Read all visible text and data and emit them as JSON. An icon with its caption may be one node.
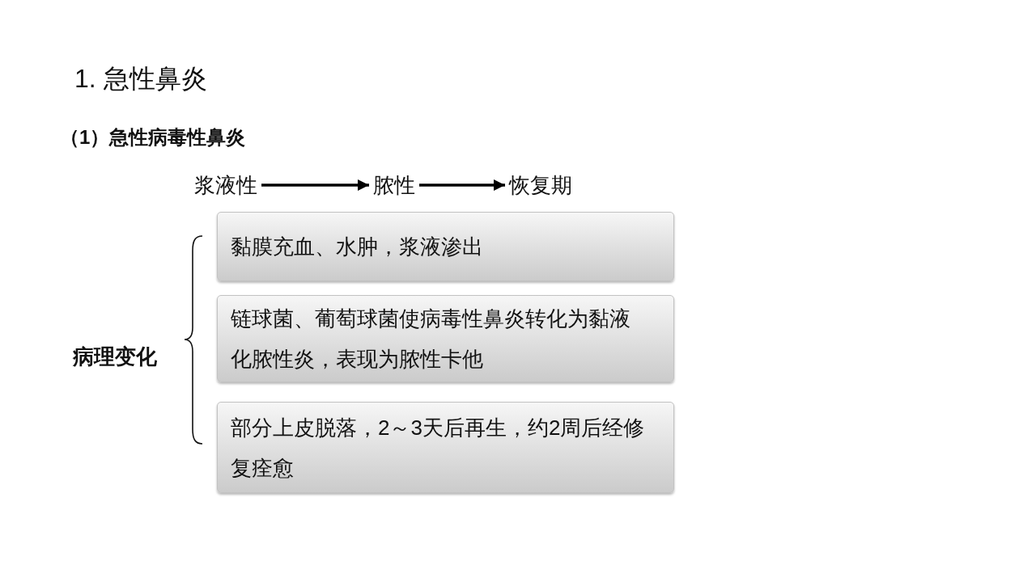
{
  "diagram": {
    "title": "1. 急性鼻炎",
    "nodes": [
      {
        "text": [
          "浆液性"
        ]
      },
      {
        "text": [
          "脓性"
        ]
      },
      {
        "text": [
          "恢复期"
        ]
      },
      {
        "text": [
          "黏膜充血、水肿，浆液渗出"
        ]
      },
      {
        "text": [
          "链球菌、葡萄球菌使病毒性鼻炎转化为黏液化脓性炎，表现为脓性卡他"
        ]
      },
      {
        "text": [
          "部分上皮脱落，2～3天后再生，约2周后经修复痊愈"
        ]
      }
    ],
    "edges": [
      {
        "from": 0,
        "to": 1,
        "arrow": "to"
      },
      {
        "from": 1,
        "to": 2,
        "arrow": "to"
      }
    ],
    "labels": [
      "（1）急性病毒性鼻炎",
      "病理变化"
    ]
  }
}
